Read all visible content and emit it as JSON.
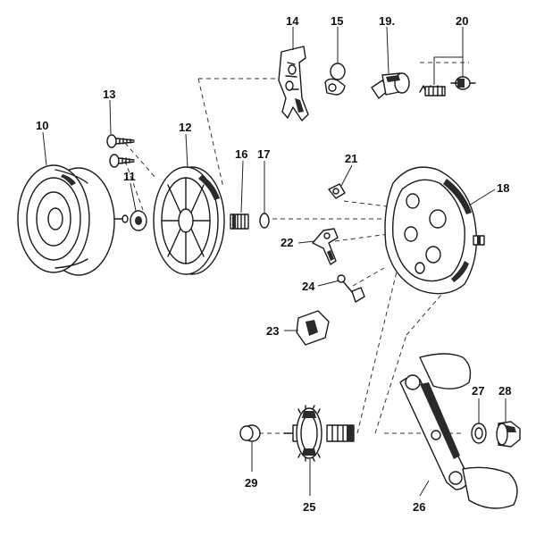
{
  "diagram": {
    "parts": [
      {
        "id": "p10",
        "label": "10"
      },
      {
        "id": "p11",
        "label": "11"
      },
      {
        "id": "p12",
        "label": "12"
      },
      {
        "id": "p13",
        "label": "13"
      },
      {
        "id": "p14",
        "label": "14"
      },
      {
        "id": "p15",
        "label": "15"
      },
      {
        "id": "p16",
        "label": "16"
      },
      {
        "id": "p17",
        "label": "17"
      },
      {
        "id": "p18",
        "label": "18"
      },
      {
        "id": "p19",
        "label": "19."
      },
      {
        "id": "p20",
        "label": "20"
      },
      {
        "id": "p21",
        "label": "21"
      },
      {
        "id": "p22",
        "label": "22"
      },
      {
        "id": "p23",
        "label": "23"
      },
      {
        "id": "p24",
        "label": "24"
      },
      {
        "id": "p25",
        "label": "25"
      },
      {
        "id": "p26",
        "label": "26"
      },
      {
        "id": "p27",
        "label": "27"
      },
      {
        "id": "p28",
        "label": "28"
      },
      {
        "id": "p29",
        "label": "29"
      }
    ]
  }
}
